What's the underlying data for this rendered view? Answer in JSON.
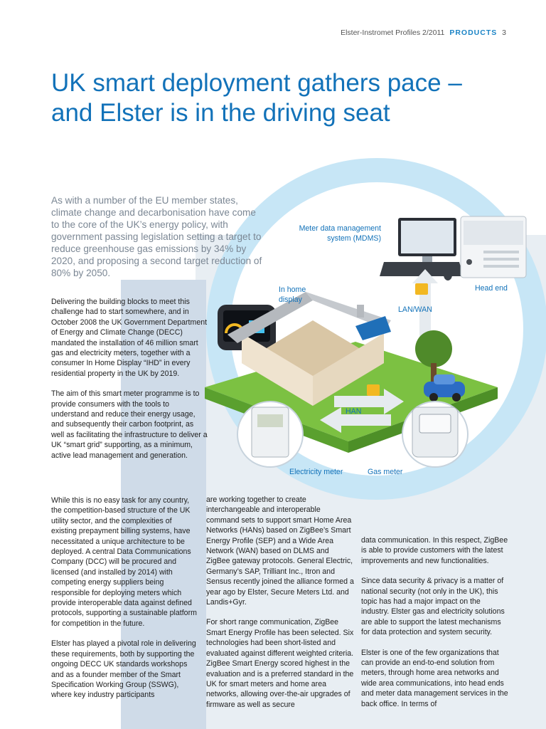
{
  "header": {
    "publication": "Elster-Instromet Profiles 2/2011",
    "section": "PRODUCTS",
    "page": "3"
  },
  "title": {
    "line1": "UK smart deployment gathers pace –",
    "line2": "and Elster is in the driving seat"
  },
  "lead": "As with a number of the EU member states, climate change and decarbonisation have come to the core of the UK’s energy policy, with government passing legislation setting a target to reduce greenhouse gas emissions by 34% by 2020, and proposing a second target reduction of 80% by 2050.",
  "column1": {
    "p1": "Delivering the building blocks to meet this challenge had to start somewhere, and in October 2008 the UK Government Department of Energy and Climate Change (DECC) mandated the installation of 46 million smart gas and electricity meters, together with a consumer In Home Display “IHD” in every residential property in the UK by 2019.",
    "p2": "The aim of this smart meter programme is to provide consumers with the tools to understand and reduce their energy usage, and subsequently their carbon footprint, as well as facilitating the infrastructure to deliver a UK “smart grid” supporting, as a minimum, active lead management and generation.",
    "p3": "While this is no easy task for any country, the competition-based structure of the UK utility sector, and the complexities of existing prepayment billing systems, have necessitated a unique architecture to be deployed. A central Data Communications Company (DCC) will be procured and licensed (and installed by 2014) with competing energy suppliers being responsible for deploying meters which provide interoperable data against defined protocols, supporting a sustainable platform for competition in the future.",
    "p4": "Elster has played a pivotal role in delivering these requirements, both by supporting the ongoing DECC UK standards workshops and as a founder member of the Smart Specification Working Group (SSWG), where key industry participants"
  },
  "column2": {
    "p1": "are working together to create interchangeable and interoperable command sets to support smart Home Area Networks (HANs) based on ZigBee’s Smart Energy Profile (SEP) and a Wide Area Network (WAN) based on DLMS and ZigBee gateway protocols. General Electric, Germany’s SAP, Trilliant Inc., Itron and Sensus recently joined the alliance formed a year ago by Elster, Secure Meters Ltd. and Landis+Gyr.",
    "p2": "For short range communication, ZigBee Smart Energy Profile has been selected. Six technologies had been short-listed and evaluated against different weighted criteria. ZigBee Smart Energy scored highest in the evaluation and is a preferred standard in the UK for smart meters and home area networks, allowing over-the-air upgrades of firmware as well as secure"
  },
  "column3": {
    "p1": "data communication. In this respect, ZigBee is able to provide customers with the latest improvements and new functionalities.",
    "p2": "Since data security & privacy is a matter of national security (not only in the UK), this topic has had a major impact on the industry. Elster gas and electricity solutions are able to support the latest mechanisms for data protection and system security.",
    "p3": "Elster is one of the few organizations that can provide an end-to-end solution from meters, through home area networks and wide area communications, into head ends and meter data management services in the back office. In terms of"
  },
  "diagram": {
    "mdms": "Meter data management system (MDMS)",
    "head_end": "Head end",
    "in_home_display": "In home display",
    "lan_wan": "LAN/WAN",
    "han": "HAN",
    "electricity_meter": "Electricity meter",
    "gas_meter": "Gas meter"
  },
  "colors": {
    "accent": "#1272b9",
    "ring": "#c7e6f6",
    "panel": "#cfdbe8"
  }
}
